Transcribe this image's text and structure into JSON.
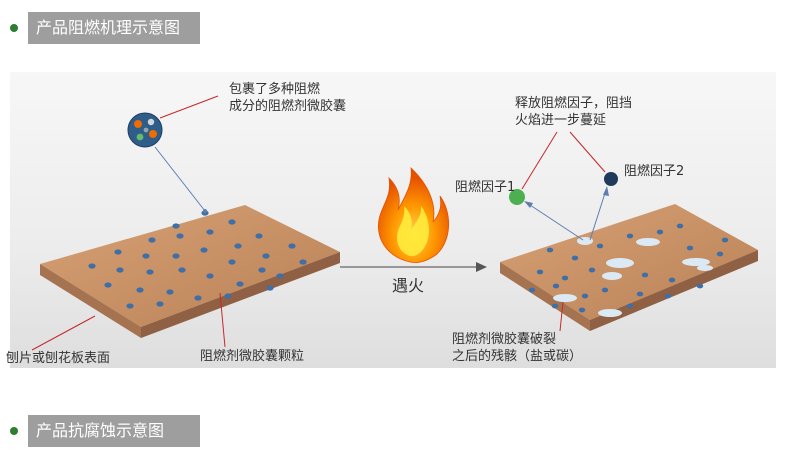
{
  "sections": [
    {
      "title": "产品阻燃机理示意图"
    },
    {
      "title": "产品抗腐蚀示意图"
    }
  ],
  "diagram": {
    "capsule_label": [
      "包裹了多种阻燃",
      "成分的阻燃剂微胶囊"
    ],
    "surface_label": "刨片或刨花板表面",
    "particle_label": "阻燃剂微胶囊颗粒",
    "arrow_label": "遇火",
    "release_label": [
      "释放阻燃因子，阻挡",
      "火焰进一步蔓延"
    ],
    "factor1_label": "阻燃因子1",
    "factor2_label": "阻燃因子2",
    "residue_label": [
      "阻燃剂微胶囊破裂",
      "之后的残骸（盐或碳）"
    ]
  },
  "colors": {
    "board_top": "#c99467",
    "board_side": "#a67350",
    "capsule": "#2e5d8a",
    "residue": "#dbe9f4",
    "factor1": "#4caf50",
    "factor2": "#1f3a5a",
    "header_bg": "#9e9e9e",
    "bullet": "#2e7d32",
    "pointer": "#c62828"
  }
}
